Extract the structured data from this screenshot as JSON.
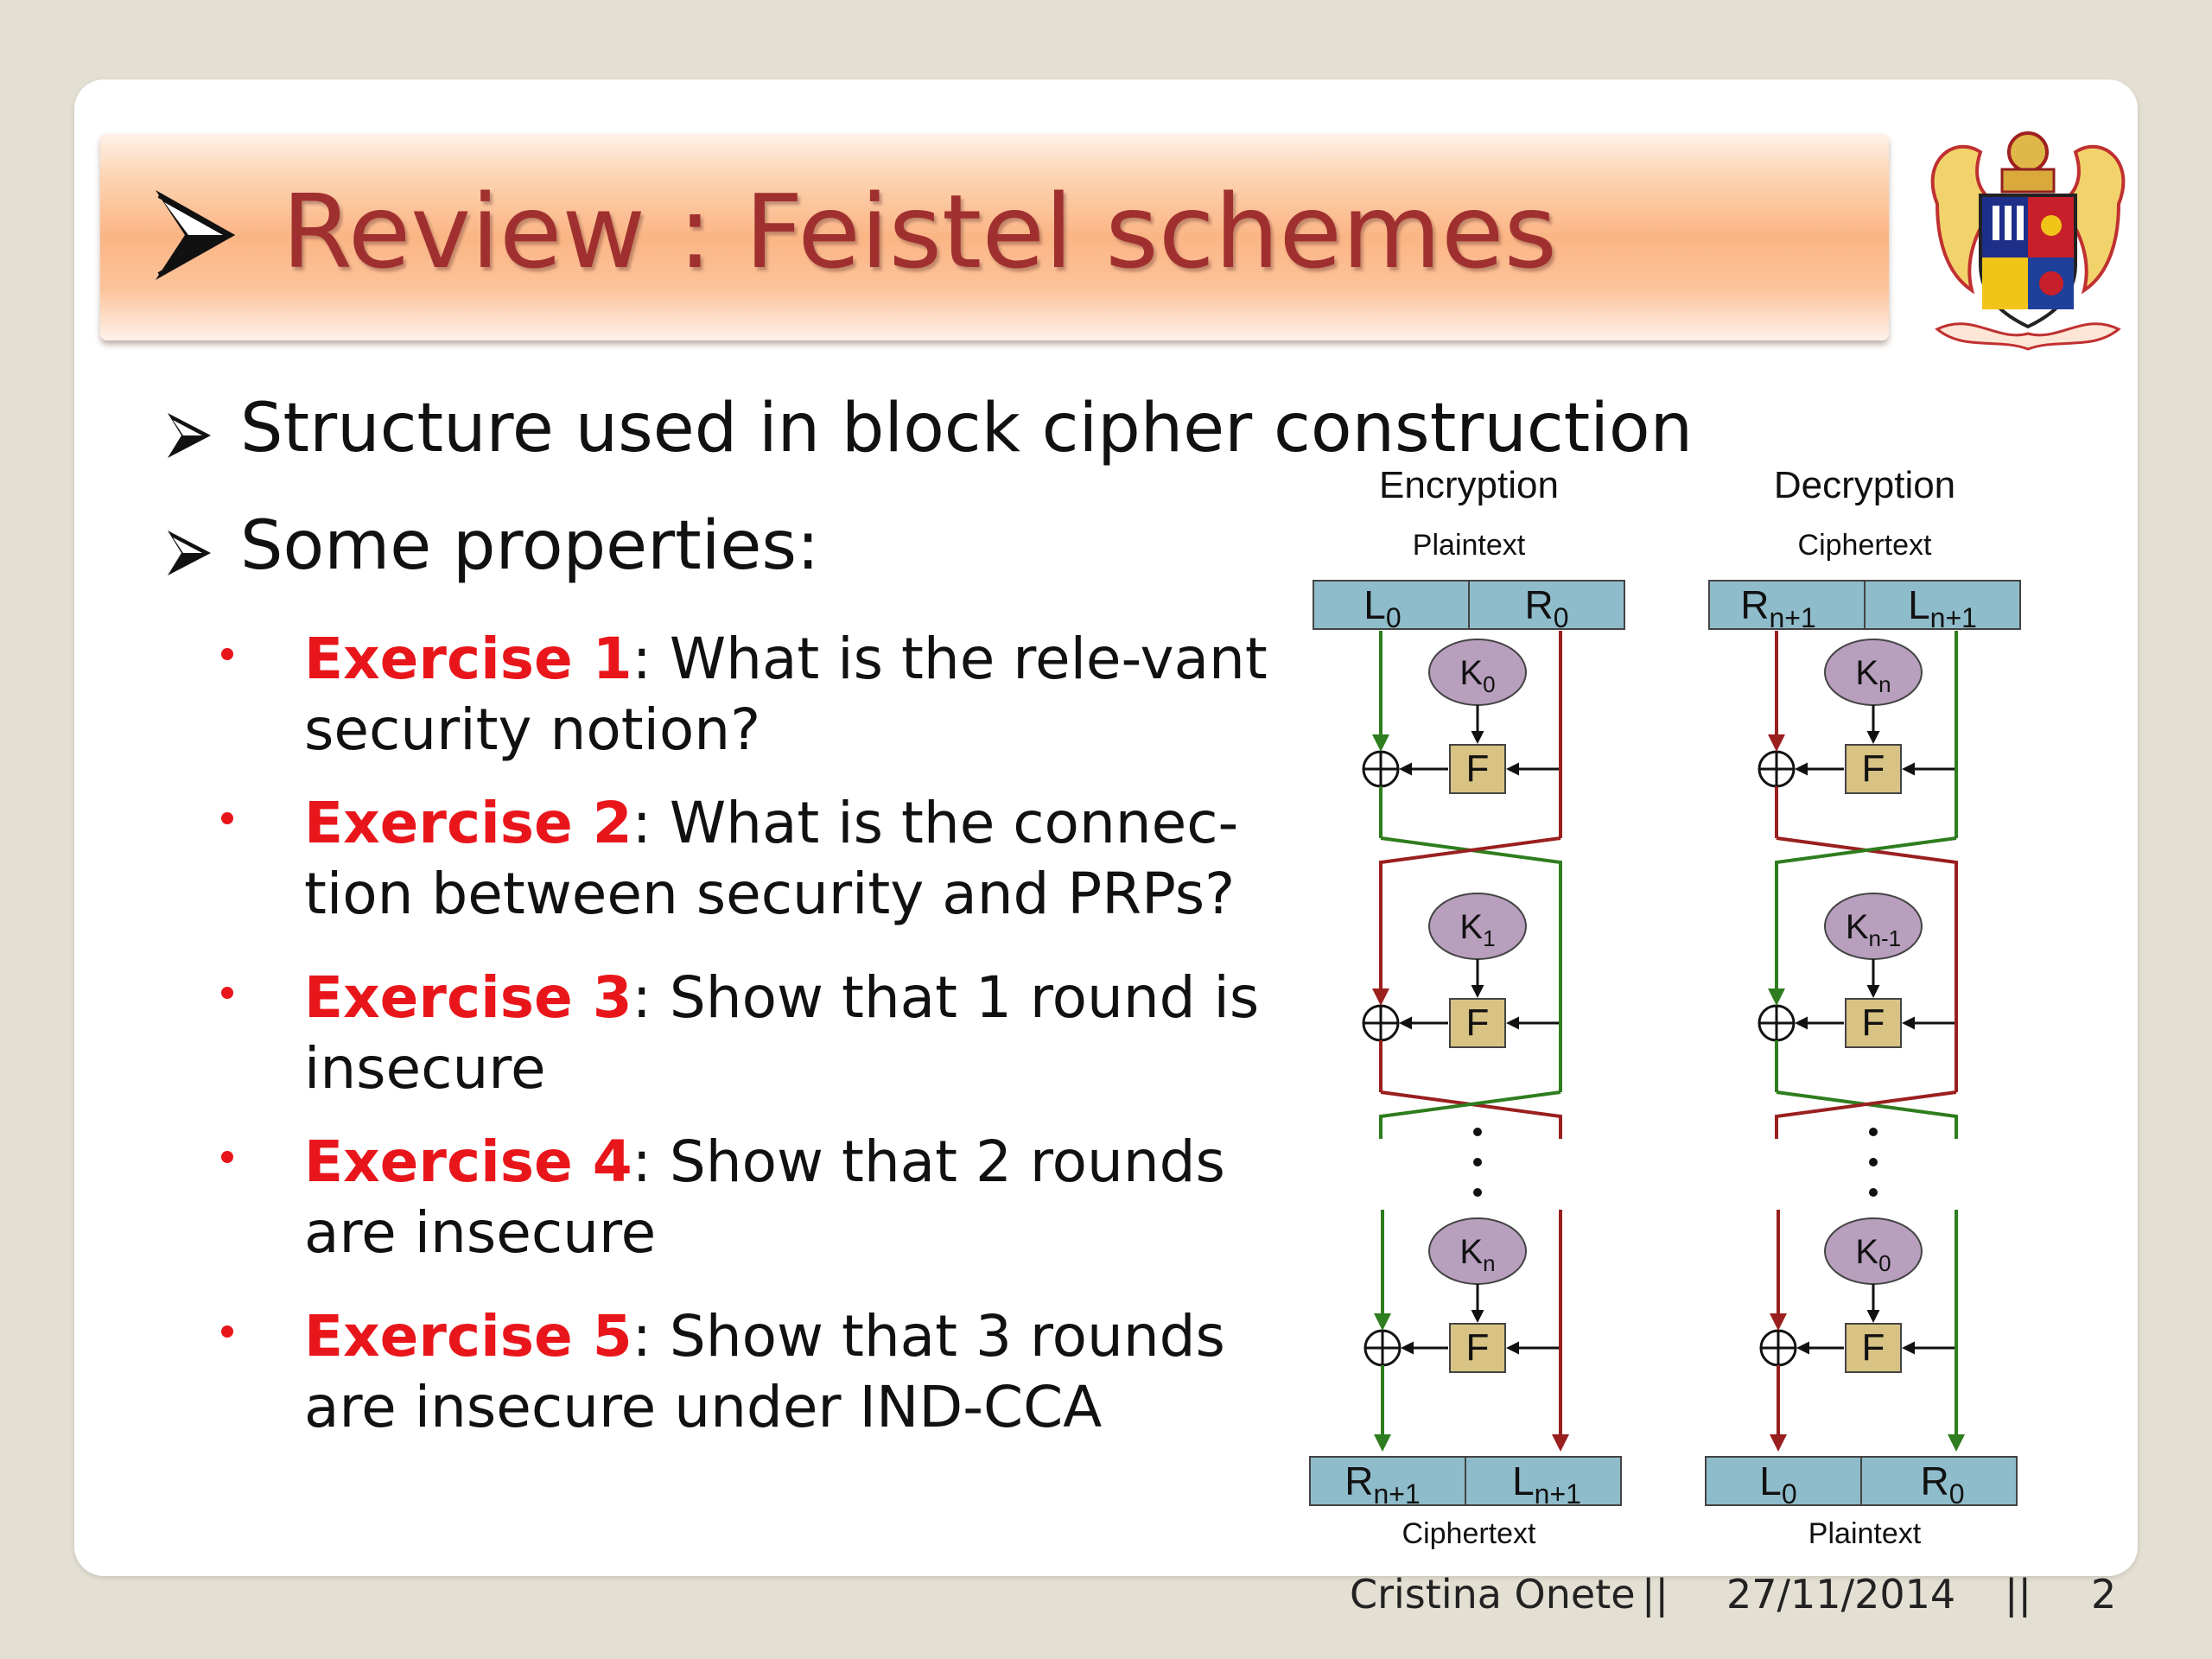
{
  "title": "Review : Feistel schemes",
  "crest": {
    "icon": "coat-of-arms-icon"
  },
  "bullets": [
    "Structure used in block cipher construction",
    "Some properties:"
  ],
  "exercises": [
    {
      "label": "Exercise 1",
      "text": ": What is the rele-vant security notion?"
    },
    {
      "label": "Exercise 2",
      "text": ": What is the connec-tion between security and PRPs?"
    },
    {
      "label": "Exercise 3",
      "text": ": Show that 1 round is insecure"
    },
    {
      "label": "Exercise 4",
      "text": ": Show that 2 rounds are insecure"
    },
    {
      "label": "Exercise 5",
      "text": ": Show that 3 rounds are insecure under IND-CCA"
    }
  ],
  "diagram": {
    "encryption": {
      "title": "Encryption",
      "top_label": "Plaintext",
      "top_left": "L",
      "top_left_sub": "0",
      "top_right": "R",
      "top_right_sub": "0",
      "keys": [
        {
          "k": "K",
          "sub": "0"
        },
        {
          "k": "K",
          "sub": "1"
        },
        {
          "k": "K",
          "sub": "n"
        }
      ],
      "bottom_left": "R",
      "bottom_left_sub": "n+1",
      "bottom_right": "L",
      "bottom_right_sub": "n+1",
      "bottom_label": "Ciphertext"
    },
    "decryption": {
      "title": "Decryption",
      "top_label": "Ciphertext",
      "top_left": "R",
      "top_left_sub": "n+1",
      "top_right": "L",
      "top_right_sub": "n+1",
      "keys": [
        {
          "k": "K",
          "sub": "n"
        },
        {
          "k": "K",
          "sub": "n-1"
        },
        {
          "k": "K",
          "sub": "0"
        }
      ],
      "bottom_left": "L",
      "bottom_left_sub": "0",
      "bottom_right": "R",
      "bottom_right_sub": "0",
      "bottom_label": "Plaintext"
    },
    "f_label": "F",
    "colors": {
      "green": "#2e7d1e",
      "red": "#9a1f1f",
      "box": "#8fbccb",
      "key": "#b79fbd",
      "f": "#d8c284"
    }
  },
  "footer": {
    "author": "Cristina Onete",
    "sep1": "||",
    "date": "27/11/2014",
    "sep2": "||",
    "page": "2"
  },
  "colors": {
    "accent_red": "#e8161b",
    "title_red": "#a03030",
    "background": "#e3dfd2"
  }
}
